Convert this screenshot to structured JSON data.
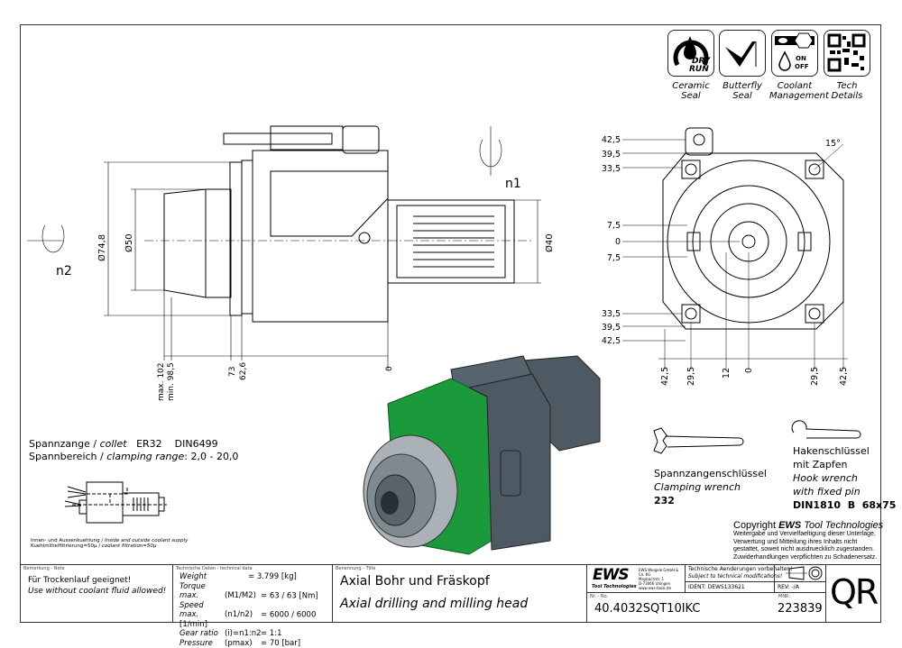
{
  "icons": [
    {
      "name": "ceramic-seal-icon",
      "label1": "Ceramic",
      "label2": "Seal",
      "inner": "DRY",
      "inner2": "RUN"
    },
    {
      "name": "butterfly-seal-icon",
      "label1": "Butterfly",
      "label2": "Seal"
    },
    {
      "name": "coolant-management-icon",
      "label1": "Coolant",
      "label2": "Management",
      "inner": "ON",
      "inner2": "OFF"
    },
    {
      "name": "qr-code-icon",
      "label1": "Tech",
      "label2": "Details"
    }
  ],
  "side_view": {
    "dims": {
      "d1": "Ø74,8",
      "d2": "Ø50",
      "d3": "Ø40",
      "n1": "n1",
      "n2": "n2",
      "max": "max. 102",
      "min": "min. 98,5",
      "l73": "73",
      "l626": "62,6",
      "zero": "0"
    }
  },
  "front_view": {
    "vertical": [
      "42,5",
      "39,5",
      "33,5",
      "7,5",
      "0",
      "7,5",
      "33,5",
      "39,5",
      "42,5"
    ],
    "horizontal": [
      "42,5",
      "29,5",
      "12",
      "0",
      "29,5",
      "42,5"
    ],
    "angle": "15°"
  },
  "collet": {
    "line1_de": "Spannzange /",
    "line1_en": "collet",
    "line1_val": "ER32    DIN6499",
    "line2_de": "Spannbereich /",
    "line2_en": "clamping range",
    "line2_val": ": 2,0 - 20,0"
  },
  "coolant_note": {
    "line1_de": "Innen- und Aussenkuehlung /",
    "line1_en": "Inside and outside coolant supply",
    "line2_de": "Kuehlmittelfiltrierung=50µ /",
    "line2_en": "coolant filtration=50µ"
  },
  "wrenches": {
    "clamping": {
      "de": "Spannzangenschlüssel",
      "en": "Clamping wrench",
      "code": "232"
    },
    "hook": {
      "de1": "Hakenschlüssel",
      "de2": "mit Zapfen",
      "en1": "Hook wrench",
      "en2": "with fixed pin",
      "code": "DIN1810  B  68x75"
    }
  },
  "copyright": {
    "title_pre": "Copyright ",
    "title_brand": "EWS",
    "title_post": " Tool Technologies",
    "lines": [
      "Weitergabe und Vervielfaeltigung dieser Unterlage,",
      "Verwertung und Mitteilung ihres Inhalts nicht",
      "gestattet, soweit nicht ausdruecklich zugestanden.",
      "Zuwiderhandlungen verpflichten zu Schadenersatz."
    ]
  },
  "title_block": {
    "note_caption": "Bemerkung - Note",
    "note_de": "Für Trockenlauf geeignet!",
    "note_en": "Use without coolant fluid allowed!",
    "tech_caption": "Technische Daten - technical data",
    "tech_rows": [
      {
        "label": "Weight",
        "key": "",
        "value": "=  3.799 [kg]"
      },
      {
        "label": "Torque max.",
        "key": "(M1/M2)",
        "value": "=  63 / 63 [Nm]"
      },
      {
        "label": "Speed max.",
        "key": "(n1/n2)",
        "value": "=  6000 / 6000 [1/min]"
      },
      {
        "label": "Gear ratio",
        "key": "(i)=n1:n2",
        "value": "=  1:1"
      },
      {
        "label": "Pressure",
        "key": "(pmax)",
        "value": "=  70 [bar]"
      }
    ],
    "title_caption": "Benennung - Title",
    "title_de": "Axial Bohr und Fräskopf",
    "title_en": "Axial drilling and milling head",
    "logo": "EWS",
    "logo_sub": "Tool Technologies",
    "address": [
      "EWS Weigele GmbH & Co. KG",
      "Maybachstr. 1",
      "D-73066 Uhingen",
      "www.ews-tools.de"
    ],
    "changes_de": "Technische Aenderungen vorbehalten!",
    "changes_en": "Subject to technical modifications!",
    "ident": "IDENT:  DEWS133621",
    "rev": "REV:  -/A",
    "nr_caption": "Nr. - No.",
    "part_number": "40.4032SQT10IKC",
    "mnr_caption": "MNR:",
    "mnr": "223839",
    "qr_label": "QR"
  },
  "colors": {
    "body": "#4d5a63",
    "flange": "#1a9a3a",
    "line": "#000000"
  }
}
